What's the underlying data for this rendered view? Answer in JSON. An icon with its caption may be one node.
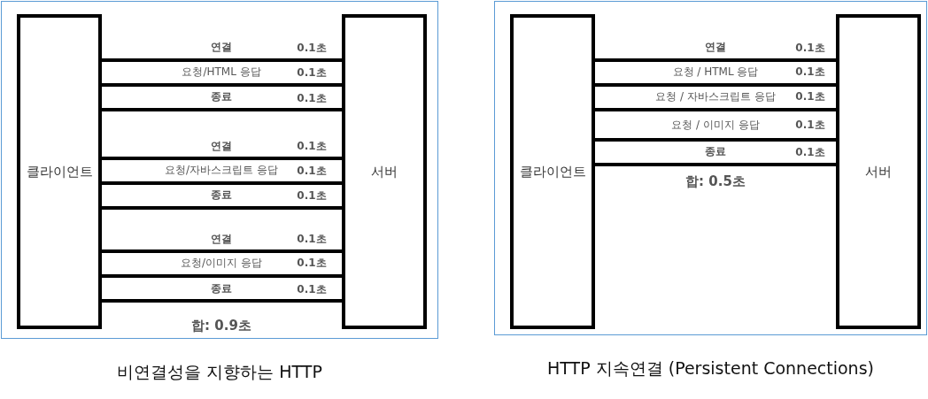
{
  "diagram": {
    "nodes": [
      {
        "text": [
          "비연결성을 지향하는 HTTP"
        ]
      },
      {
        "text": [
          "클라이언트"
        ],
        "in": 0
      },
      {
        "text": [
          "서버"
        ],
        "in": 0
      },
      {
        "text": [
          "HTTP 지속연결 (Persistent Connections)"
        ]
      },
      {
        "text": [
          "클라이언트"
        ],
        "in": 3
      },
      {
        "text": [
          "서버"
        ],
        "in": 3
      }
    ],
    "edges": [
      {
        "from": 1,
        "to": 2,
        "arrow": "none"
      },
      {
        "from": 1,
        "to": 2,
        "arrow": "none"
      },
      {
        "from": 1,
        "to": 2,
        "arrow": "none"
      },
      {
        "from": 1,
        "to": 2,
        "arrow": "none"
      },
      {
        "from": 1,
        "to": 2,
        "arrow": "none"
      },
      {
        "from": 1,
        "to": 2,
        "arrow": "none"
      },
      {
        "from": 1,
        "to": 2,
        "arrow": "none"
      },
      {
        "from": 1,
        "to": 2,
        "arrow": "none"
      },
      {
        "from": 1,
        "to": 2,
        "arrow": "none"
      },
      {
        "from": 4,
        "to": 5,
        "arrow": "none"
      },
      {
        "from": 4,
        "to": 5,
        "arrow": "none"
      },
      {
        "from": 4,
        "to": 5,
        "arrow": "none"
      },
      {
        "from": 4,
        "to": 5,
        "arrow": "none"
      },
      {
        "from": 4,
        "to": 5,
        "arrow": "none"
      }
    ],
    "labels": [
      "연결",
      "0.1초",
      "요청/HTML 응답",
      "0.1초",
      "종료",
      "0.1초",
      "연결",
      "0.1초",
      "요청/자바스크립트 응답",
      "0.1초",
      "종료",
      "0.1초",
      "연결",
      "0.1초",
      "요청/이미지 응답",
      "0.1초",
      "종료",
      "0.1초",
      "합: 0.9초",
      "연결",
      "0.1초",
      "요청 / HTML 응답",
      "0.1초",
      "요청 / 자바스크립트 응답",
      "0.1초",
      "요청 / 이미지 응답",
      "0.1초",
      "종료",
      "0.1초",
      "합: 0.5초"
    ]
  }
}
